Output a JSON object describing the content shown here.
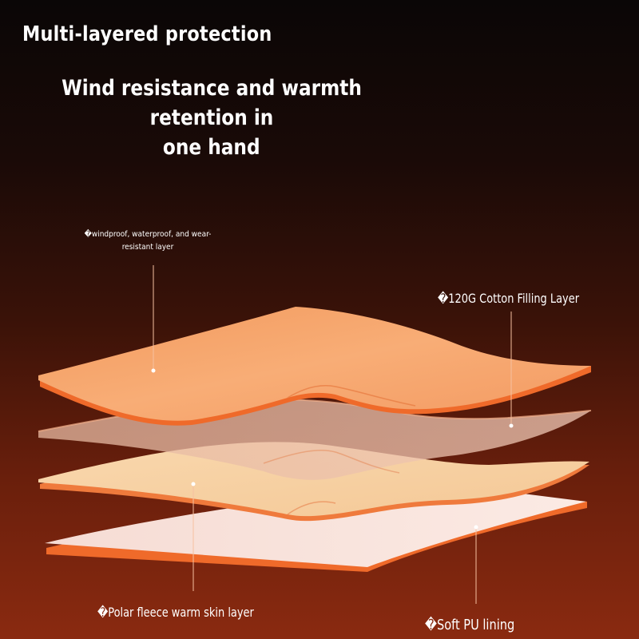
{
  "title": "Multi-layered protection",
  "subtitle": {
    "line1": "Wind resistance and warmth retention in",
    "line2": "one hand"
  },
  "labels": {
    "outer_layer": "�windproof, waterproof, and wear-resistant layer",
    "cotton_layer": "�120G Cotton Filling Layer",
    "fleece_layer": "�Polar fleece warm skin layer",
    "pu_lining": "�Soft PU lining"
  },
  "colors": {
    "outer_layer": "#f7a56b",
    "cotton_layer": "#f2c9a8",
    "fleece_layer": "#f6d2a8",
    "pu_lining": "#f7e3dc",
    "edge": "#ef6a2a",
    "text": "#ffffff"
  }
}
